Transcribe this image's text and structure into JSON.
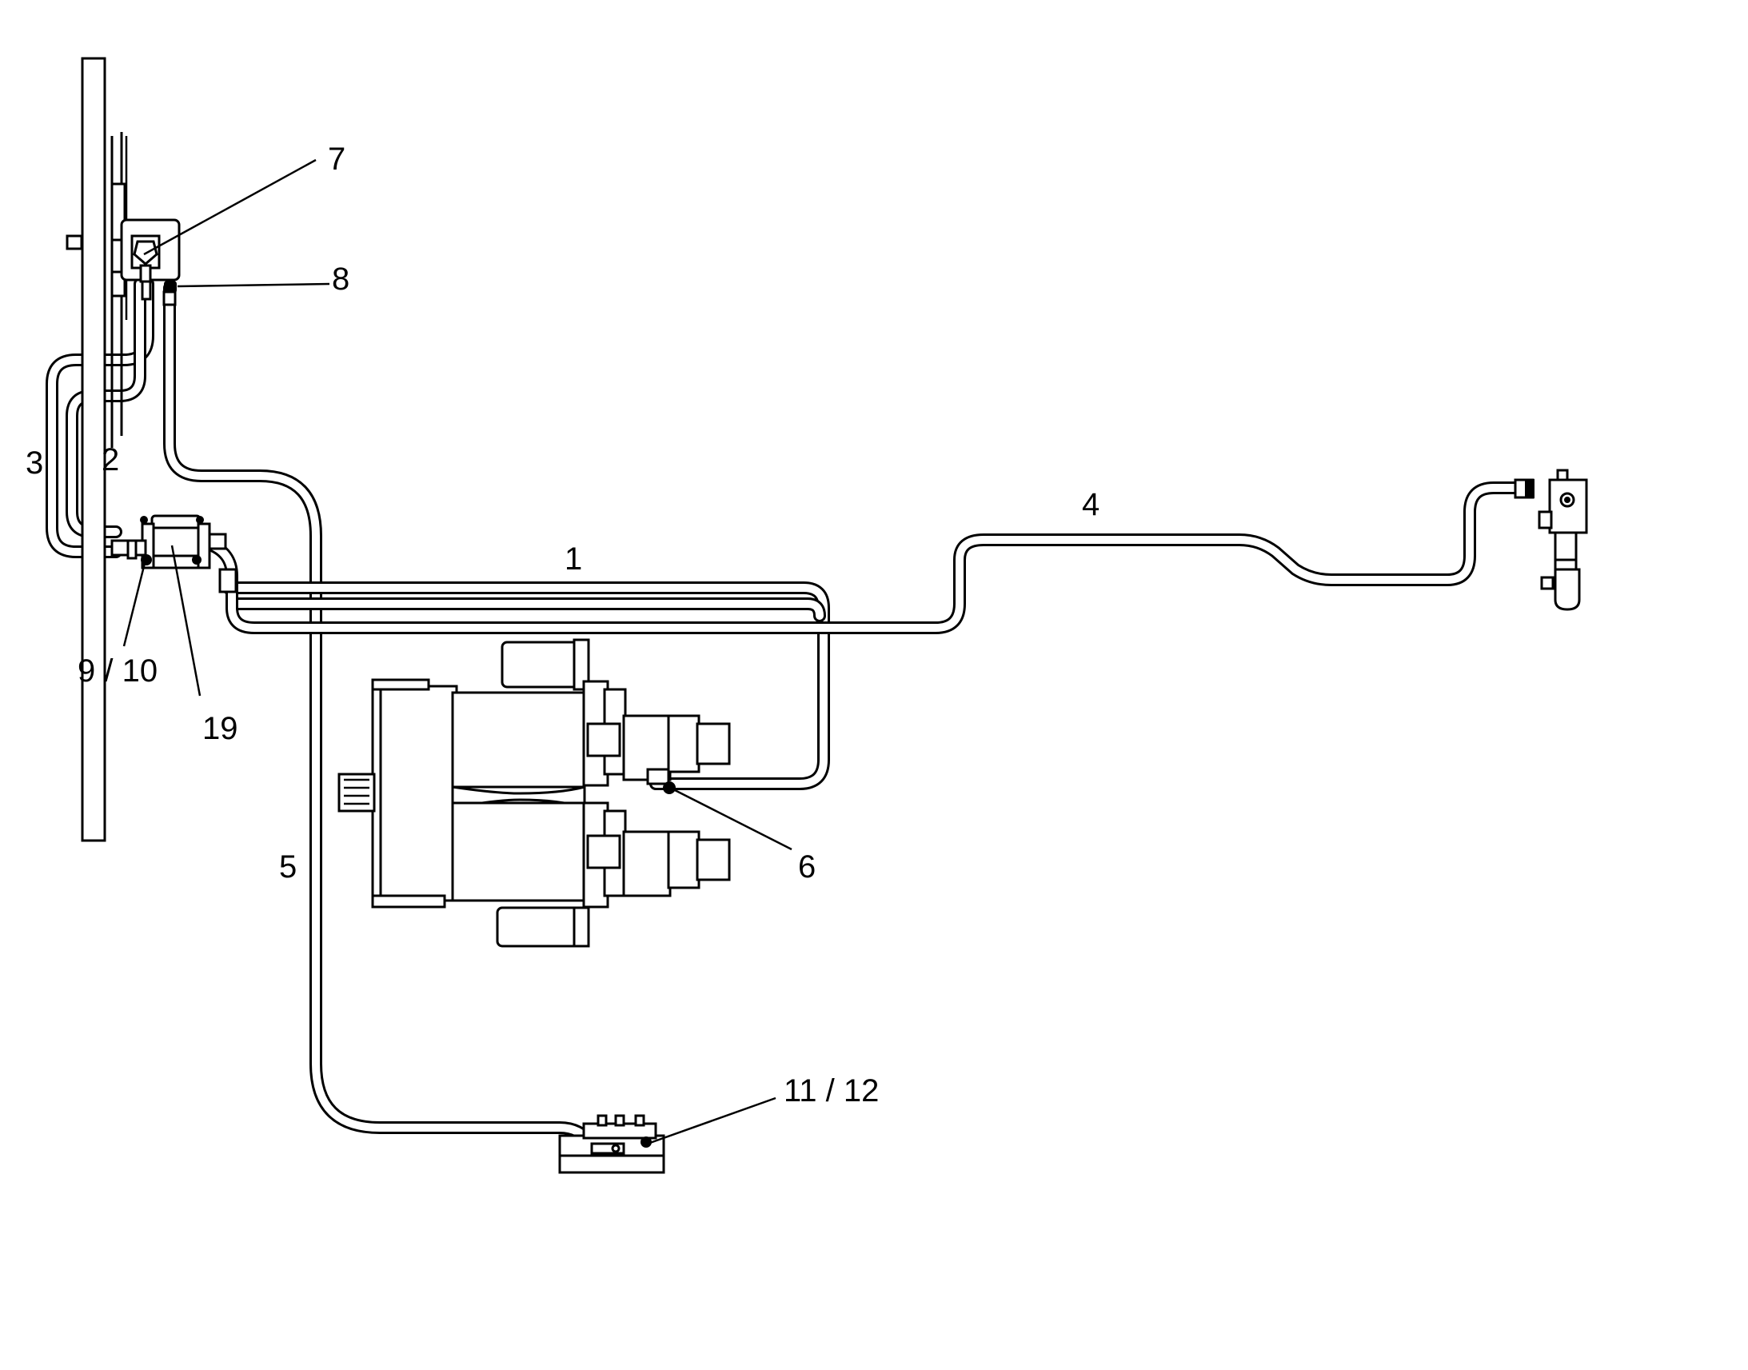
{
  "callouts": [
    {
      "id": "callout-7",
      "text": "7"
    },
    {
      "id": "callout-8",
      "text": "8"
    },
    {
      "id": "callout-3",
      "text": "3"
    },
    {
      "id": "callout-2",
      "text": "2"
    },
    {
      "id": "callout-1",
      "text": "1"
    },
    {
      "id": "callout-4",
      "text": "4"
    },
    {
      "id": "callout-9-10",
      "text": "9 / 10"
    },
    {
      "id": "callout-19",
      "text": "19"
    },
    {
      "id": "callout-6",
      "text": "6"
    },
    {
      "id": "callout-5",
      "text": "5"
    },
    {
      "id": "callout-11-12",
      "text": "11 / 12"
    }
  ],
  "colors": {
    "line": "#000000",
    "background": "#ffffff"
  }
}
